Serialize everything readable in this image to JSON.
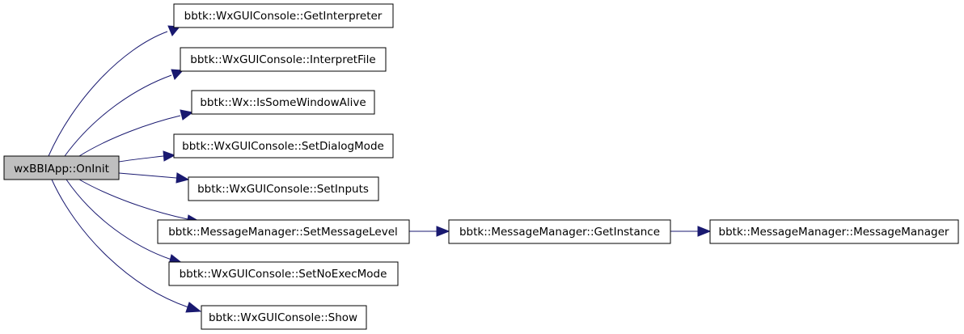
{
  "colors": {
    "root_fill": "#bfbfbf",
    "node_fill": "#ffffff",
    "edge": "#191970",
    "border": "#000000"
  },
  "nodes": {
    "root": {
      "label": "wxBBIApp::OnInit"
    },
    "get_interpreter": {
      "label": "bbtk::WxGUIConsole::GetInterpreter"
    },
    "interpret_file": {
      "label": "bbtk::WxGUIConsole::InterpretFile"
    },
    "is_some_window_alive": {
      "label": "bbtk::Wx::IsSomeWindowAlive"
    },
    "set_dialog_mode": {
      "label": "bbtk::WxGUIConsole::SetDialogMode"
    },
    "set_inputs": {
      "label": "bbtk::WxGUIConsole::SetInputs"
    },
    "set_message_level": {
      "label": "bbtk::MessageManager::SetMessageLevel"
    },
    "get_instance": {
      "label": "bbtk::MessageManager::GetInstance"
    },
    "message_manager": {
      "label": "bbtk::MessageManager::MessageManager"
    },
    "set_no_exec_mode": {
      "label": "bbtk::WxGUIConsole::SetNoExecMode"
    },
    "show": {
      "label": "bbtk::WxGUIConsole::Show"
    }
  },
  "edges": [
    [
      "root",
      "get_interpreter"
    ],
    [
      "root",
      "interpret_file"
    ],
    [
      "root",
      "is_some_window_alive"
    ],
    [
      "root",
      "set_dialog_mode"
    ],
    [
      "root",
      "set_inputs"
    ],
    [
      "root",
      "set_message_level"
    ],
    [
      "root",
      "set_no_exec_mode"
    ],
    [
      "root",
      "show"
    ],
    [
      "set_message_level",
      "get_instance"
    ],
    [
      "get_instance",
      "message_manager"
    ]
  ]
}
